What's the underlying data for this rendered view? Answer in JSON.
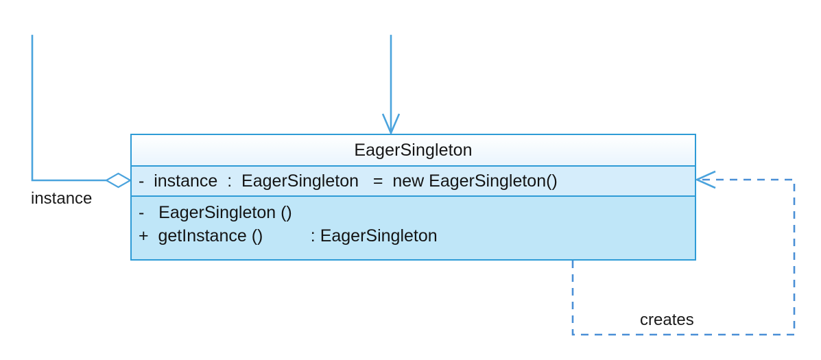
{
  "diagram": {
    "type": "uml-class-diagram",
    "title": "EagerSingleton",
    "background_color": "#ffffff",
    "line_color": "#2e9bd6",
    "text_color": "#161616"
  },
  "class_box": {
    "name": "EagerSingleton",
    "header_color": "#f2f9fe",
    "attributes_color": "#d5edfb",
    "methods_color": "#bfe6f8",
    "border_color": "#2e9bd6",
    "attributes": [
      "-  instance  :  EagerSingleton   =  new EagerSingleton()"
    ],
    "methods": [
      "-   EagerSingleton ()",
      "+  getInstance ()          : EagerSingleton"
    ]
  },
  "relations": [
    {
      "id": "aggregation",
      "kind": "aggregation",
      "label": "instance",
      "style": "solid",
      "marker": "hollow-diamond"
    },
    {
      "id": "incoming-association",
      "kind": "association",
      "label": "",
      "style": "solid",
      "marker": "open-arrow"
    },
    {
      "id": "creates-dependency",
      "kind": "dependency",
      "label": "creates",
      "style": "dashed",
      "marker": "open-arrow"
    }
  ]
}
